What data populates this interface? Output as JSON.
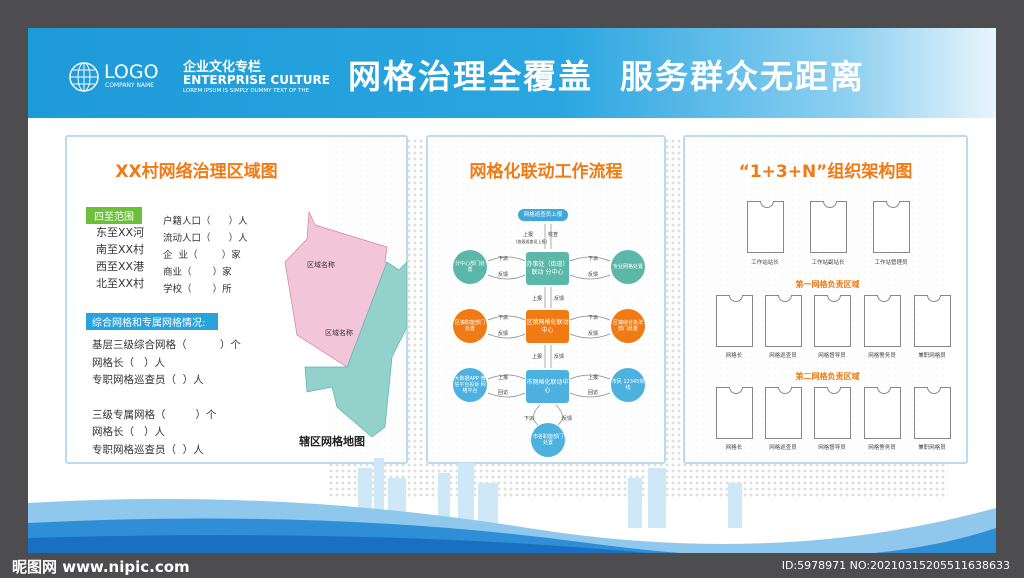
{
  "header": {
    "logo": "LOGO",
    "company": "COMPANY NAME",
    "column_cn": "企业文化专栏",
    "column_en": "ENTERPRISE CULTURE",
    "lorem": "LOREM IPSUM IS SIMPLY DUMMY TEXT OF THE",
    "slogan": "网格治理全覆盖  服务群众无距离"
  },
  "left": {
    "title": "XX村网络治理区域图",
    "range_label": "四至范围",
    "ranges": [
      "东至XX河",
      "南至XX村",
      "西至XX港",
      "北至XX村"
    ],
    "stats": [
      "户籍人口（      ）人",
      "流动人口（      ）人",
      "企  业（        ）家",
      "商业（       ）家",
      "学校（       ）所"
    ],
    "grid_label": "综合网格和专属网格情况:",
    "grid_lines": [
      "基层三级综合网格（          ）个",
      "网格长（   ）人",
      "专职网格巡查员（  ）人",
      "三级专属网格（         ）个",
      "网格长（   ）人",
      "专职网格巡查员（  ）人"
    ],
    "map_regions": [
      "区域名称",
      "区域名称"
    ],
    "map_caption": "辖区网格地图"
  },
  "middle": {
    "title": "网格化联动工作流程",
    "top": "网格巡查员上报",
    "note": "(各段巡查员上报)",
    "boxes": [
      "办事处（街道）联动 分中心",
      "区镇网格化联动中心",
      "市网格化联动中心"
    ],
    "left_nodes": [
      "分中心部门处置",
      "区镇职能部门处置",
      "大数据APP 微信平台投诉 网络平台"
    ],
    "right_nodes": [
      "专业网格处置",
      "区镇综合执法部门处置",
      "市民 12345热线"
    ],
    "bottom": "市各职能部门处置",
    "arrows": {
      "up": "上报",
      "down": "下派",
      "feedback": "反馈",
      "check": "核查",
      "return": "回访"
    }
  },
  "right": {
    "title": "“1+3+N”组织架构图",
    "row1": [
      "工作站站长",
      "工作站副站长",
      "工作站管理员"
    ],
    "zone1": "第一网格负责区域",
    "row2": [
      "网格长",
      "网格巡查员",
      "网格督导员",
      "网格警务员",
      "兼职网格员"
    ],
    "zone2": "第二网格负责区域",
    "row3": [
      "网格长",
      "网格巡查员",
      "网格督导员",
      "网格警务员",
      "兼职网格员"
    ]
  },
  "watermark": {
    "site": "昵图网 www.nipic.com",
    "id": "ID:5978971 NO:20210315205511638633"
  },
  "colors": {
    "blue": "#1d9ad8",
    "orange": "#f07a14",
    "teal": "#5bb8a8",
    "green": "#6cbf3b",
    "pink": "#f2c6d8",
    "mint": "#93d1cb"
  }
}
